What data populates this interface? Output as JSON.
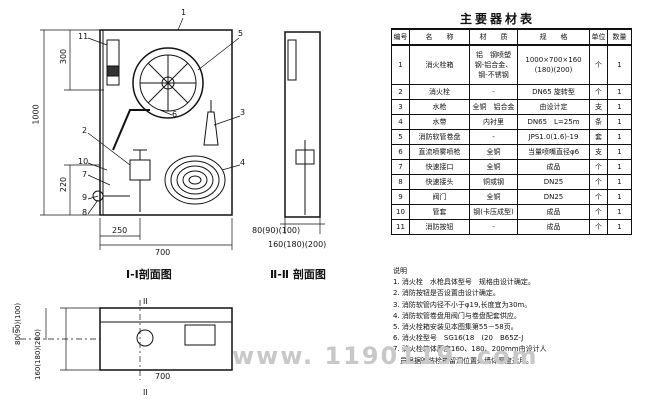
{
  "table": {
    "title": "主要器材表",
    "headers": [
      "编号",
      "名　　称",
      "材　　质",
      "规　　格",
      "单位",
      "数量"
    ],
    "rows": [
      [
        "1",
        "消火栓箱",
        "铝　钢喷塑 钢-铝合金、 钢-不锈钢",
        "1000×700×160 (180)(200)",
        "个",
        "1"
      ],
      [
        "2",
        "消火栓",
        "-",
        "DN65 旋转型",
        "个",
        "1"
      ],
      [
        "3",
        "水枪",
        "全铜　铝合金",
        "由设计定",
        "支",
        "1"
      ],
      [
        "4",
        "水带",
        "内衬里",
        "DN65　L=25m",
        "条",
        "1"
      ],
      [
        "5",
        "消防软管卷盘",
        "-",
        "JPS1.0(1.6)-19",
        "套",
        "1"
      ],
      [
        "6",
        "直流喷雾喷枪",
        "全铜",
        "当量喷嘴直径φ6",
        "支",
        "1"
      ],
      [
        "7",
        "快速接口",
        "全铜",
        "成品",
        "个",
        "1"
      ],
      [
        "8",
        "快速接头",
        "铜或钢",
        "DN25",
        "个",
        "1"
      ],
      [
        "9",
        "阀门",
        "全铜",
        "DN25",
        "个",
        "1"
      ],
      [
        "10",
        "管套",
        "钢(卡压成型)",
        "成品",
        "个",
        "1"
      ],
      [
        "11",
        "消防按钮",
        "-",
        "成品",
        "个",
        "1"
      ]
    ]
  },
  "notes": {
    "heading": "说明",
    "lines": [
      "1. 消火栓　水枪具体型号　规格由设计确定。",
      "2. 消防按钮是否设置由设计确定。",
      "3. 消防软管内径不小于φ19,长度宜为30m。",
      "4. 消防软管卷盘用阀门与卷盘配套供应。",
      "5. 消火栓箱安装见本图集第55－58页。",
      "6. 消火栓型号　SG16(18　(20　B65Z-J",
      "7. 消火栓箱体厚度160、180、200mm由设计人",
      "　员根据暗装栓箱留洞位置处墙体厚度选用。"
    ]
  },
  "drawing": {
    "section1_title": "I-I剖面图",
    "section2_title": "Ⅱ-Ⅱ 剖面图",
    "dim_1000": "1000",
    "dim_300": "300",
    "dim_220": "220",
    "dim_250": "250",
    "dim_700_a": "700",
    "dim_700_b": "700",
    "dim_depth": "160(180)(200)",
    "dim_side": "80(90)(100)",
    "dim_plan_depth": "160(180)(200)",
    "dim_plan_side": "80(90)(100)",
    "mark_I": "I",
    "mark_II": "II",
    "callouts": [
      "1",
      "2",
      "3",
      "4",
      "5",
      "6",
      "7",
      "8",
      "9",
      "10",
      "11"
    ]
  },
  "watermark": "www. 1190119. com"
}
